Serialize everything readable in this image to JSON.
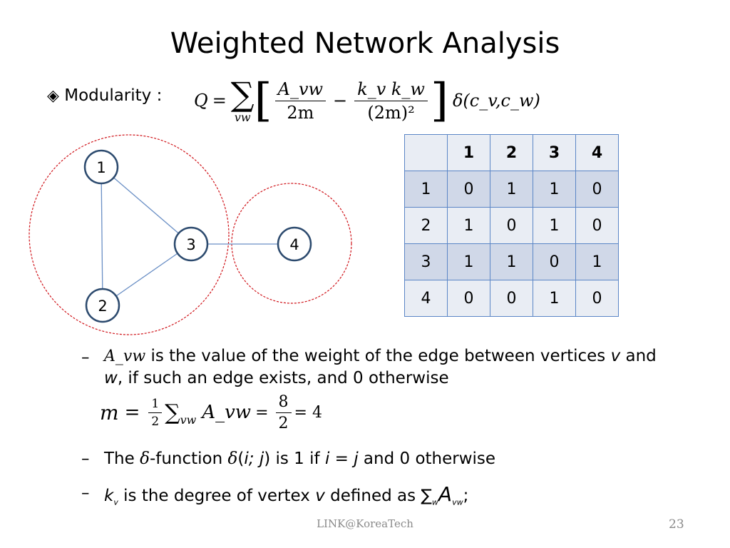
{
  "title": "Weighted Network Analysis",
  "modularity": {
    "label": "Modularity :",
    "Q": "Q",
    "equals": "=",
    "sum_symbol": "∑",
    "sum_subscript": "vw",
    "frac1_num": "A_vw",
    "frac1_den": "2m",
    "minus": "−",
    "frac2_num": "k_v k_w",
    "frac2_den": "(2m)²",
    "delta": "δ(c_v,c_w)"
  },
  "graph": {
    "nodes": [
      {
        "id": "n1",
        "label": "1"
      },
      {
        "id": "n2",
        "label": "2"
      },
      {
        "id": "n3",
        "label": "3"
      },
      {
        "id": "n4",
        "label": "4"
      }
    ],
    "edge_color": "#6a8fc5",
    "node_border_color": "#2c4a6e",
    "community_color": "#d0141a"
  },
  "table": {
    "headers": [
      "",
      "1",
      "2",
      "3",
      "4"
    ],
    "rows": [
      [
        "1",
        "0",
        "1",
        "1",
        "0"
      ],
      [
        "2",
        "1",
        "0",
        "1",
        "0"
      ],
      [
        "3",
        "1",
        "1",
        "0",
        "1"
      ],
      [
        "4",
        "0",
        "0",
        "1",
        "0"
      ]
    ]
  },
  "bullets": {
    "b1": {
      "dash": "–",
      "symbol": "A_vw",
      "text_a": " is the value of the weight of the edge between vertices ",
      "var_v": "v",
      "text_b": " and",
      "var_w": "w",
      "text_c": ", if such an edge exists, and 0 otherwise"
    },
    "m_formula": {
      "m": "m",
      "equals": "=",
      "half_num": "1",
      "half_den": "2",
      "sum": "∑",
      "sum_sub": "vw",
      "A": "A_vw",
      "eq2": "=",
      "num": "8",
      "den": "2",
      "result": "= 4"
    },
    "b2": {
      "dash": "–",
      "text_a": "The ",
      "delta": "δ",
      "text_b": "-function ",
      "delta2": "δ",
      "paren_open": "(",
      "args": "i; j",
      "text_c": ") is 1 if ",
      "i": "i",
      "eq": " = ",
      "j": "j",
      "text_d": " and 0 otherwise"
    },
    "b3": {
      "dash": "–",
      "k": "k",
      "k_sub": "v",
      "text_a": " is the degree of vertex ",
      "v": "v",
      "text_b": " defined as ∑",
      "w_sub": "w",
      "A": "A",
      "A_sub": "vw",
      "semicolon": ";"
    }
  },
  "footer": "LINK@KoreaTech",
  "page_number": "23"
}
